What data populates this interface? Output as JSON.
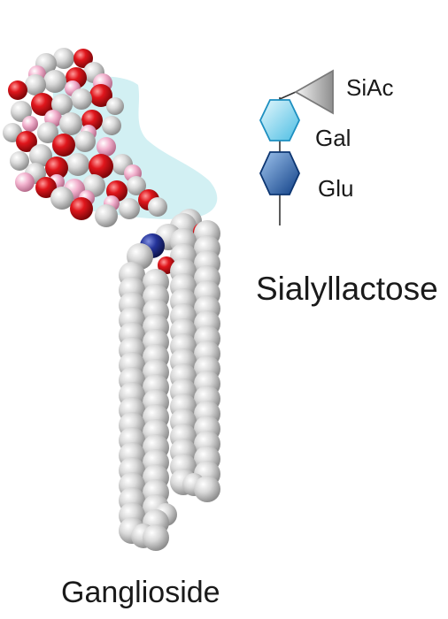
{
  "labels": {
    "siac": "SiAc",
    "gal": "Gal",
    "glu": "Glu",
    "sialyllactose": "Sialyllactose",
    "ganglioside": "Ganglioside"
  },
  "colors": {
    "carbon": "#c9c9c9",
    "oxygen": "#d8151b",
    "hydrogen_pink": "#f2a6c8",
    "nitrogen": "#1f2e8f",
    "sugar_highlight": "#cdeef2",
    "gal_hexagon": "#7fd3ec",
    "glu_hexagon": "#1f5fae",
    "siac_triangle": "#bdbdbd"
  },
  "icons": {
    "sialic_acid": "triangle-icon",
    "galactose": "hexagon-icon",
    "glucose": "hexagon-icon"
  }
}
